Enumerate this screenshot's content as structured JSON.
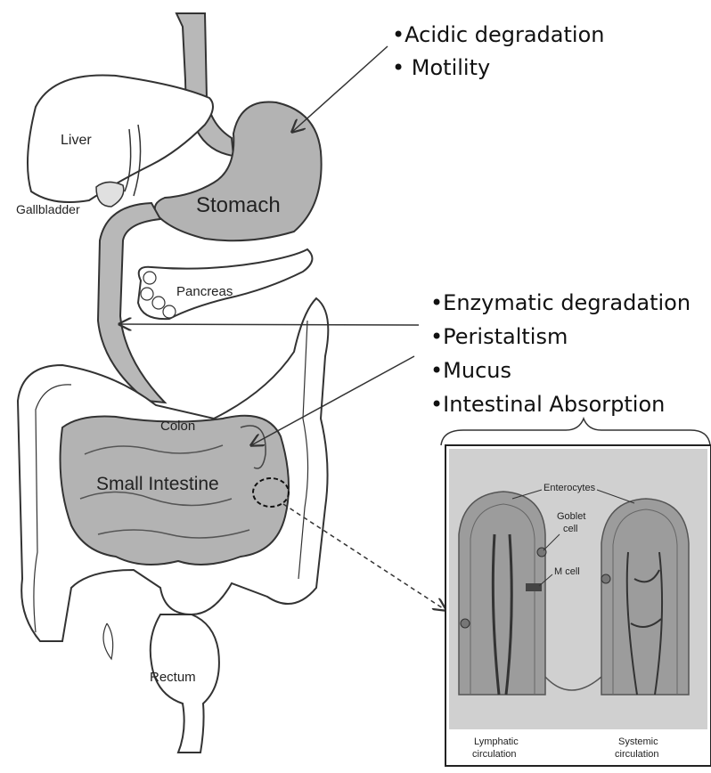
{
  "organ_labels": {
    "liver": "Liver",
    "gallbladder": "Gallbladder",
    "stomach": "Stomach",
    "pancreas": "Pancreas",
    "colon": "Colon",
    "small_intestine": "Small Intestine",
    "rectum": "Rectum"
  },
  "stomach_factors": [
    "•Acidic degradation",
    "• Motility"
  ],
  "intestine_factors": [
    "•Enzymatic degradation",
    "•Peristaltism",
    "•Mucus",
    "•Intestinal Absorption"
  ],
  "inset": {
    "enterocytes": "Enterocytes",
    "goblet_cell_line1": "Goblet",
    "goblet_cell_line2": "cell",
    "m_cell": "M cell",
    "lymphatic_line1": "Lymphatic",
    "lymphatic_line2": "circulation",
    "systemic_line1": "Systemic",
    "systemic_line2": "circulation"
  },
  "colors": {
    "organ_fill": "#b3b3b3",
    "outline": "#333333",
    "inset_bg": "#c4c4c4"
  }
}
